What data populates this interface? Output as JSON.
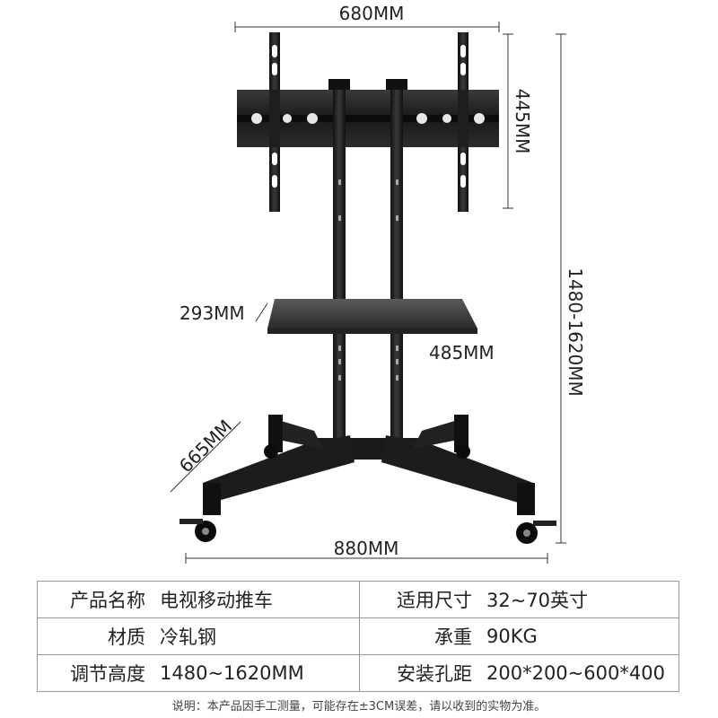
{
  "dimensions": {
    "top_width": "680MM",
    "bracket_height": "445MM",
    "total_height": "1480-1620MM",
    "shelf_depth": "293MM",
    "shelf_width": "485MM",
    "leg_length": "665MM",
    "base_width": "880MM"
  },
  "specs": [
    {
      "label_left": "产品名称",
      "value_left": "电视移动推车",
      "label_right": "适用尺寸",
      "value_right": "32~70英寸"
    },
    {
      "label_left": "材质",
      "value_left": "冷轧钢",
      "label_right": "承重",
      "value_right": "90KG"
    },
    {
      "label_left": "调节高度",
      "value_left": "1480~1620MM",
      "label_right": "安装孔距",
      "value_right": "200*200~600*400"
    }
  ],
  "footnote": "说明：本产品因手工测量，可能存在±3CM误差，请以收到的实物为准。"
}
